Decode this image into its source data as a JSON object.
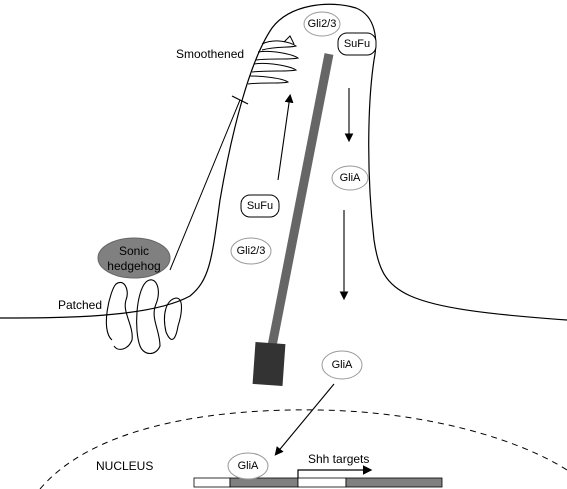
{
  "labels": {
    "smoothened": "Smoothened",
    "sonic_hedgehog_line1": "Sonic",
    "sonic_hedgehog_line2": "hedgehog",
    "patched": "Patched",
    "nucleus": "NUCLEUS",
    "shh_targets": "Shh targets"
  },
  "nodes": {
    "gli23_top": "Gli2/3",
    "sufu_top": "SuFu",
    "glia_cilium": "GliA",
    "sufu_mid": "SuFu",
    "gli23_mid": "Gli2/3",
    "glia_cytoplasm": "GliA",
    "glia_nucleus": "GliA"
  },
  "colors": {
    "line": "#000000",
    "node_stroke": "#999999",
    "axoneme": "#666666",
    "basal_body": "#333333",
    "hedgehog_fill": "#808080",
    "dna_white": "#ffffff",
    "dna_grey": "#808080"
  }
}
